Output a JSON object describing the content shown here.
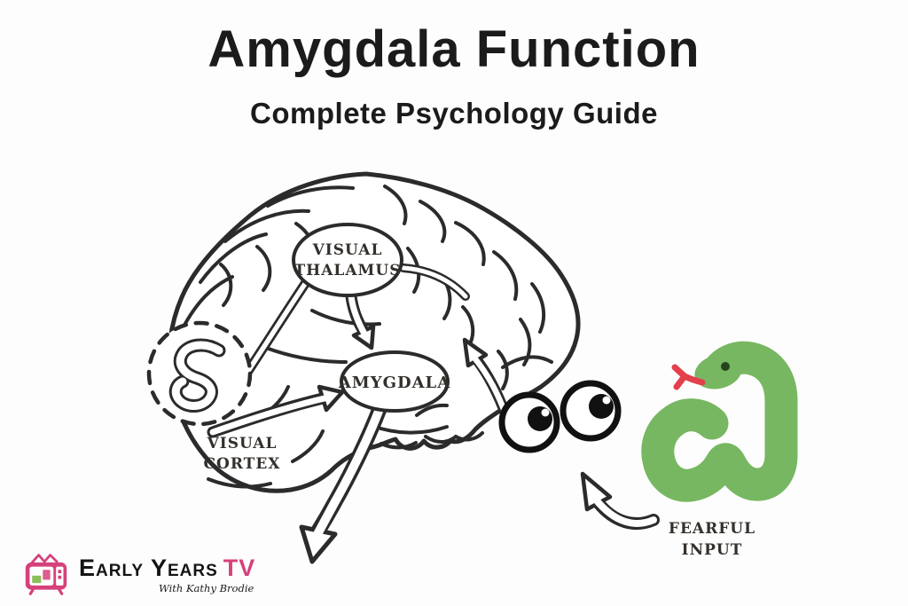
{
  "title": "Amygdala Function",
  "subtitle": "Complete Psychology Guide",
  "diagram": {
    "nodes": {
      "visual_thalamus": {
        "line1": "VISUAL",
        "line2": "THALAMUS"
      },
      "amygdala": {
        "label": "AMYGDALA"
      },
      "visual_cortex": {
        "line1": "VISUAL",
        "line2": "CORTEX"
      }
    },
    "annotations": {
      "fearful_input": {
        "line1": "FEARFUL",
        "line2": "INPUT"
      }
    }
  },
  "logo": {
    "brand_black": "Early Years",
    "brand_pink": "TV",
    "tagline": "With Kathy Brodie"
  },
  "colors": {
    "ink": "#2b2b2b",
    "label_ink": "#33302c",
    "title_ink": "#1b1b1b",
    "snake_green": "#77b761",
    "snake_eye_dark": "#23441f",
    "tongue_red": "#e2404d",
    "brand_pink": "#d6417b"
  }
}
